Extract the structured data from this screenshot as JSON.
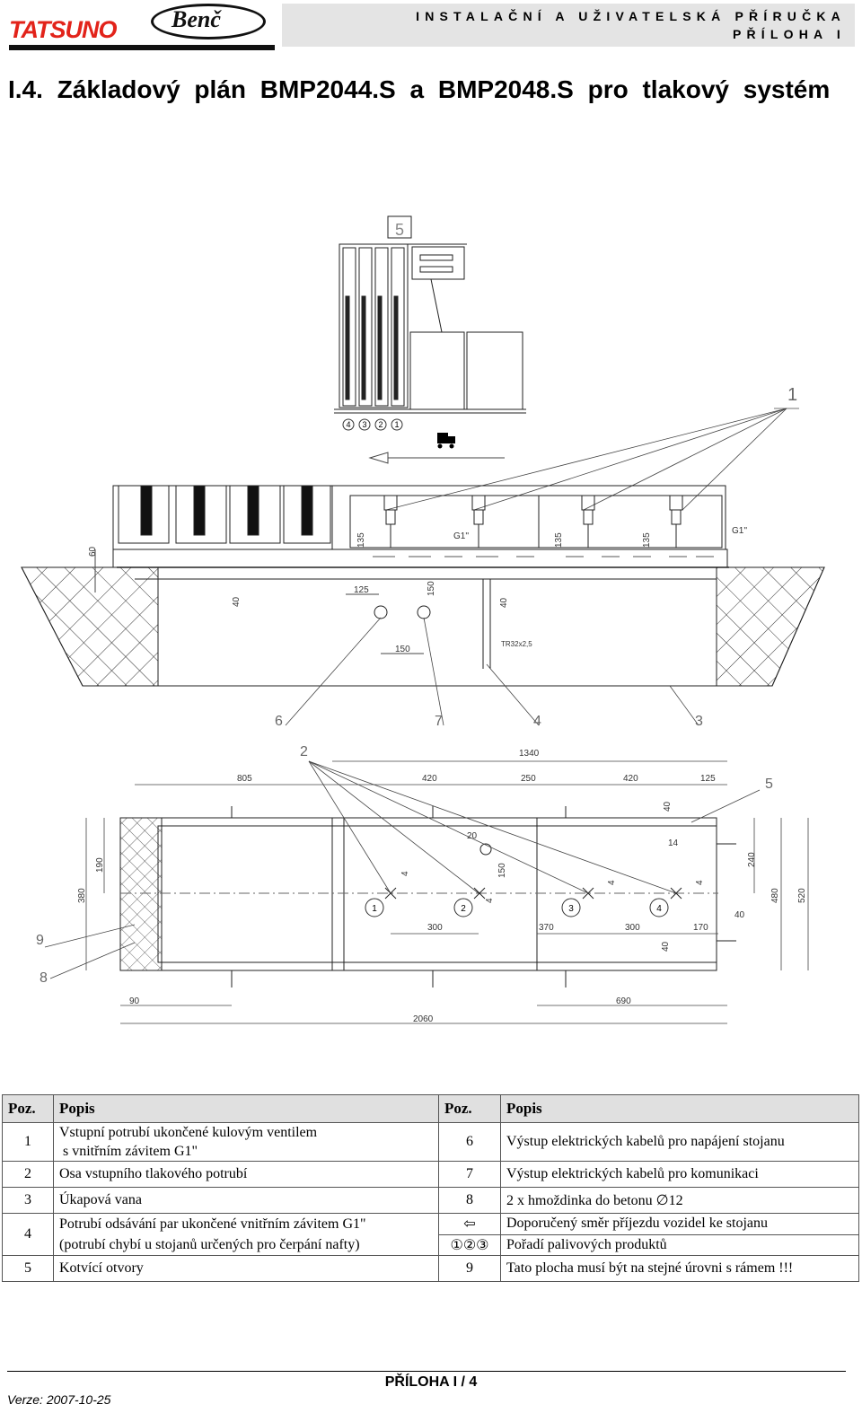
{
  "header": {
    "logo_brand": "TATSUNO",
    "logo_partner": "Benč",
    "doc_title": "INSTALAČNÍ A UŽIVATELSKÁ PŘÍRUČKA",
    "section": "PŘÍLOHA I"
  },
  "title": "I.4. Základový plán BMP2044.S a BMP2048.S pro tlakový systém",
  "drawing": {
    "top_view_label": "5",
    "nozzle_numbers": [
      "4",
      "3",
      "2",
      "1"
    ],
    "callouts": [
      "1",
      "2",
      "3",
      "4",
      "5",
      "6",
      "7",
      "8",
      "9"
    ],
    "section_dims": {
      "d60": "60",
      "d135a": "135",
      "g1a": "G1''",
      "d135b": "135",
      "d135c": "135",
      "g1b": "G1''",
      "d40a": "40",
      "d125": "125",
      "d150a": "150",
      "d40b": "40",
      "d150b": "150",
      "pipe": "TR32x2,5"
    },
    "plan_dims": {
      "d1340": "1340",
      "d805": "805",
      "d420a": "420",
      "d250": "250",
      "d420b": "420",
      "d125": "125",
      "d40a": "40",
      "d20": "20",
      "d14": "14",
      "d240": "240",
      "d480": "480",
      "d520": "520",
      "d190": "190",
      "d380": "380",
      "d4a": "4",
      "d4b": "4",
      "d150": "150",
      "d4c": "4",
      "d4d": "4",
      "d300a": "300",
      "d370": "370",
      "d300b": "300",
      "d170": "170",
      "d40b": "40",
      "d40c": "40",
      "d90": "90",
      "d690": "690",
      "d2060": "2060"
    },
    "product_order": [
      "1",
      "2",
      "3",
      "4"
    ]
  },
  "legend": {
    "headers": [
      "Poz.",
      "Popis",
      "Poz.",
      "Popis"
    ],
    "rows": [
      {
        "p1": "1",
        "d1a": "Vstupní potrubí ukončené  kulovým ventilem",
        "d1b": " s vnitřním závitem G1\"",
        "p2": "6",
        "d2": "Výstup elektrických kabelů pro napájení stojanu"
      },
      {
        "p1": "2",
        "d1": "Osa vstupního tlakového potrubí",
        "p2": "7",
        "d2": "Výstup elektrických kabelů pro komunikaci"
      },
      {
        "p1": "3",
        "d1": "Úkapová vana",
        "p2": "8",
        "d2": "2 x hmoždinka do betonu ∅12"
      },
      {
        "p1": "4",
        "d1a": "Potrubí odsávání par  ukončené vnitřním závitem G1\"",
        "d1b": "(potrubí chybí u stojanů určených pro čerpání nafty)",
        "p2a": "⇦",
        "d2a": "Doporučený směr příjezdu vozidel ke stojanu",
        "p2b": "①②③",
        "d2b": "Pořadí palivových produktů"
      },
      {
        "p1": "5",
        "d1": "Kotvící otvory",
        "p2": "9",
        "d2": "Tato plocha musí být na stejné úrovni s rámem !!!"
      }
    ]
  },
  "footer": {
    "page": "PŘÍLOHA I  / 4",
    "version": "Verze: 2007-10-25"
  }
}
